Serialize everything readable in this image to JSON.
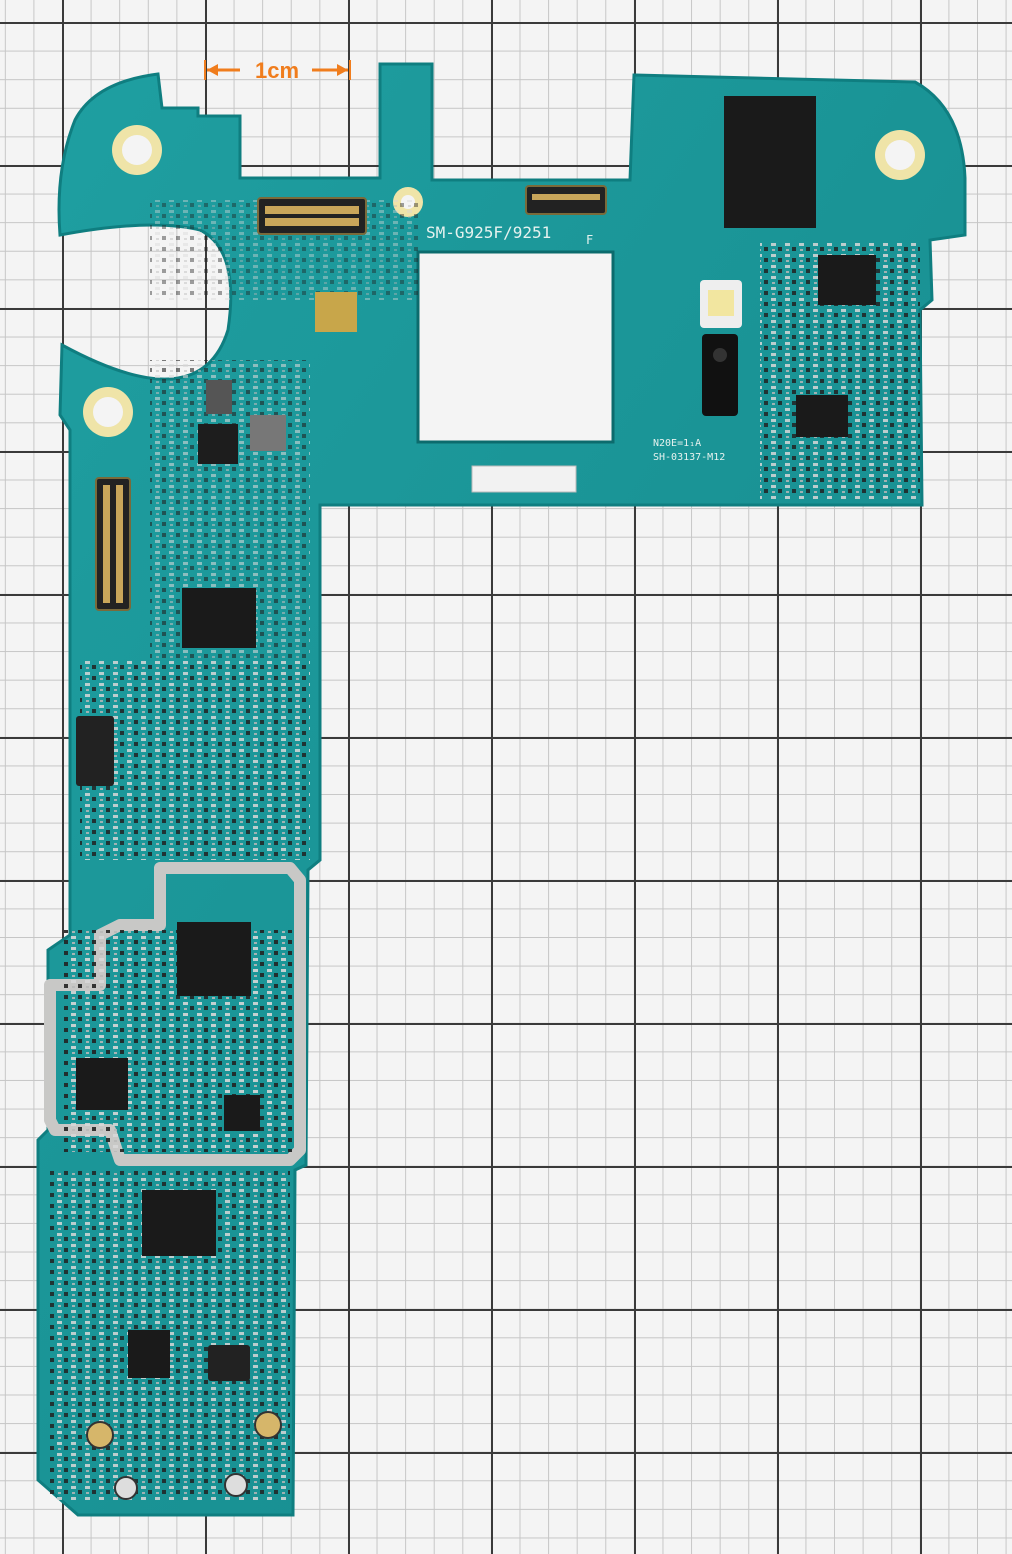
{
  "scale_bar": {
    "label": "1cm"
  },
  "board": {
    "model_marking": "SM-G925F/9251",
    "revision_marking": "F",
    "marking_line_1": "N20E=1₁A",
    "marking_line_2": "SH-03137-M12"
  },
  "colors": {
    "pcb": "#1a9a9a",
    "pcb_edge": "#0f7e80",
    "shield": "#c8c8c6",
    "chip": "#1a1a1a",
    "scale": "#f07d1d",
    "grid_major": "#3a3a3a",
    "grid_minor": "#c6c6c6"
  }
}
